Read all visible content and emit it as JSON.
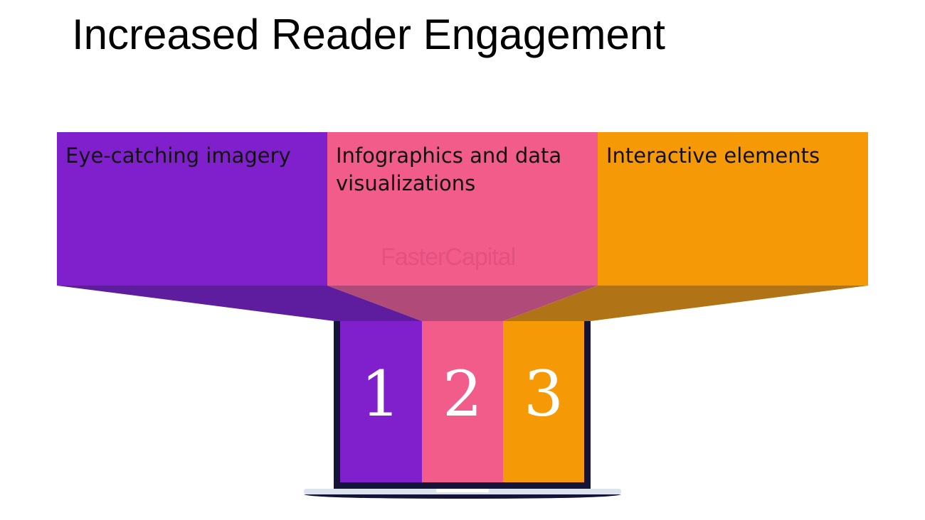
{
  "title": "Increased Reader Engagement",
  "boxes": [
    {
      "label": "Eye-catching imagery",
      "color": "#8020CC"
    },
    {
      "label": "Infographics and data visualizations",
      "color": "#F25C8A"
    },
    {
      "label": "Interactive elements",
      "color": "#F59A06"
    }
  ],
  "screen_numbers": [
    "1",
    "2",
    "3"
  ],
  "watermark": "FasterCapital"
}
